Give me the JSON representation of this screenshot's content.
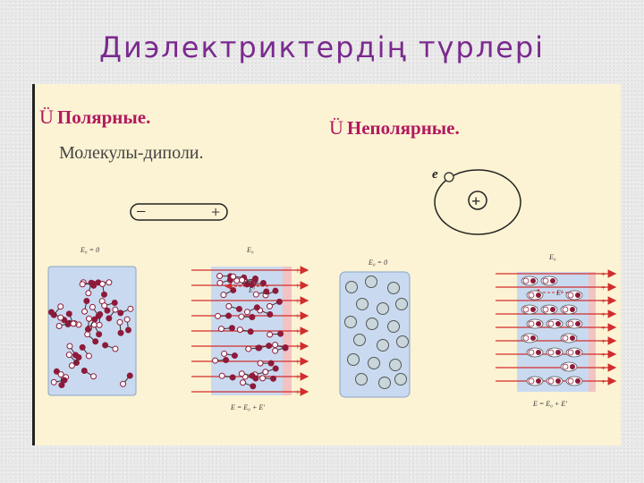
{
  "slide": {
    "title": "Диэлектриктердің  түрлері"
  },
  "polar": {
    "bullet_icon": "chevron-bullet-icon",
    "heading": "Полярные.",
    "subheading": "Молекулы-диполи.",
    "dipole_minus": "−",
    "dipole_plus": "+",
    "field_zero_label": "E₀ = 0",
    "field_label": "E₀",
    "inner_field_label": "E'",
    "sum_label": "E = E₀ + E'"
  },
  "nonpolar": {
    "bullet_icon": "chevron-bullet-icon",
    "heading": "Неполярные.",
    "electron_label": "e",
    "nucleus_symbol": "+",
    "field_zero_label": "E₀ = 0",
    "field_label": "E₀",
    "inner_field_label": "E'",
    "sum_label": "E = E₀ + E'"
  },
  "colors": {
    "title": "#7a2a8e",
    "heading": "#b3195f",
    "panel": "#fbf3d3",
    "dielectric_fill": "#c9daf0",
    "field_line": "#d22d2d",
    "molecule": "#8e1a3a",
    "atom": "#c9d7dc"
  }
}
